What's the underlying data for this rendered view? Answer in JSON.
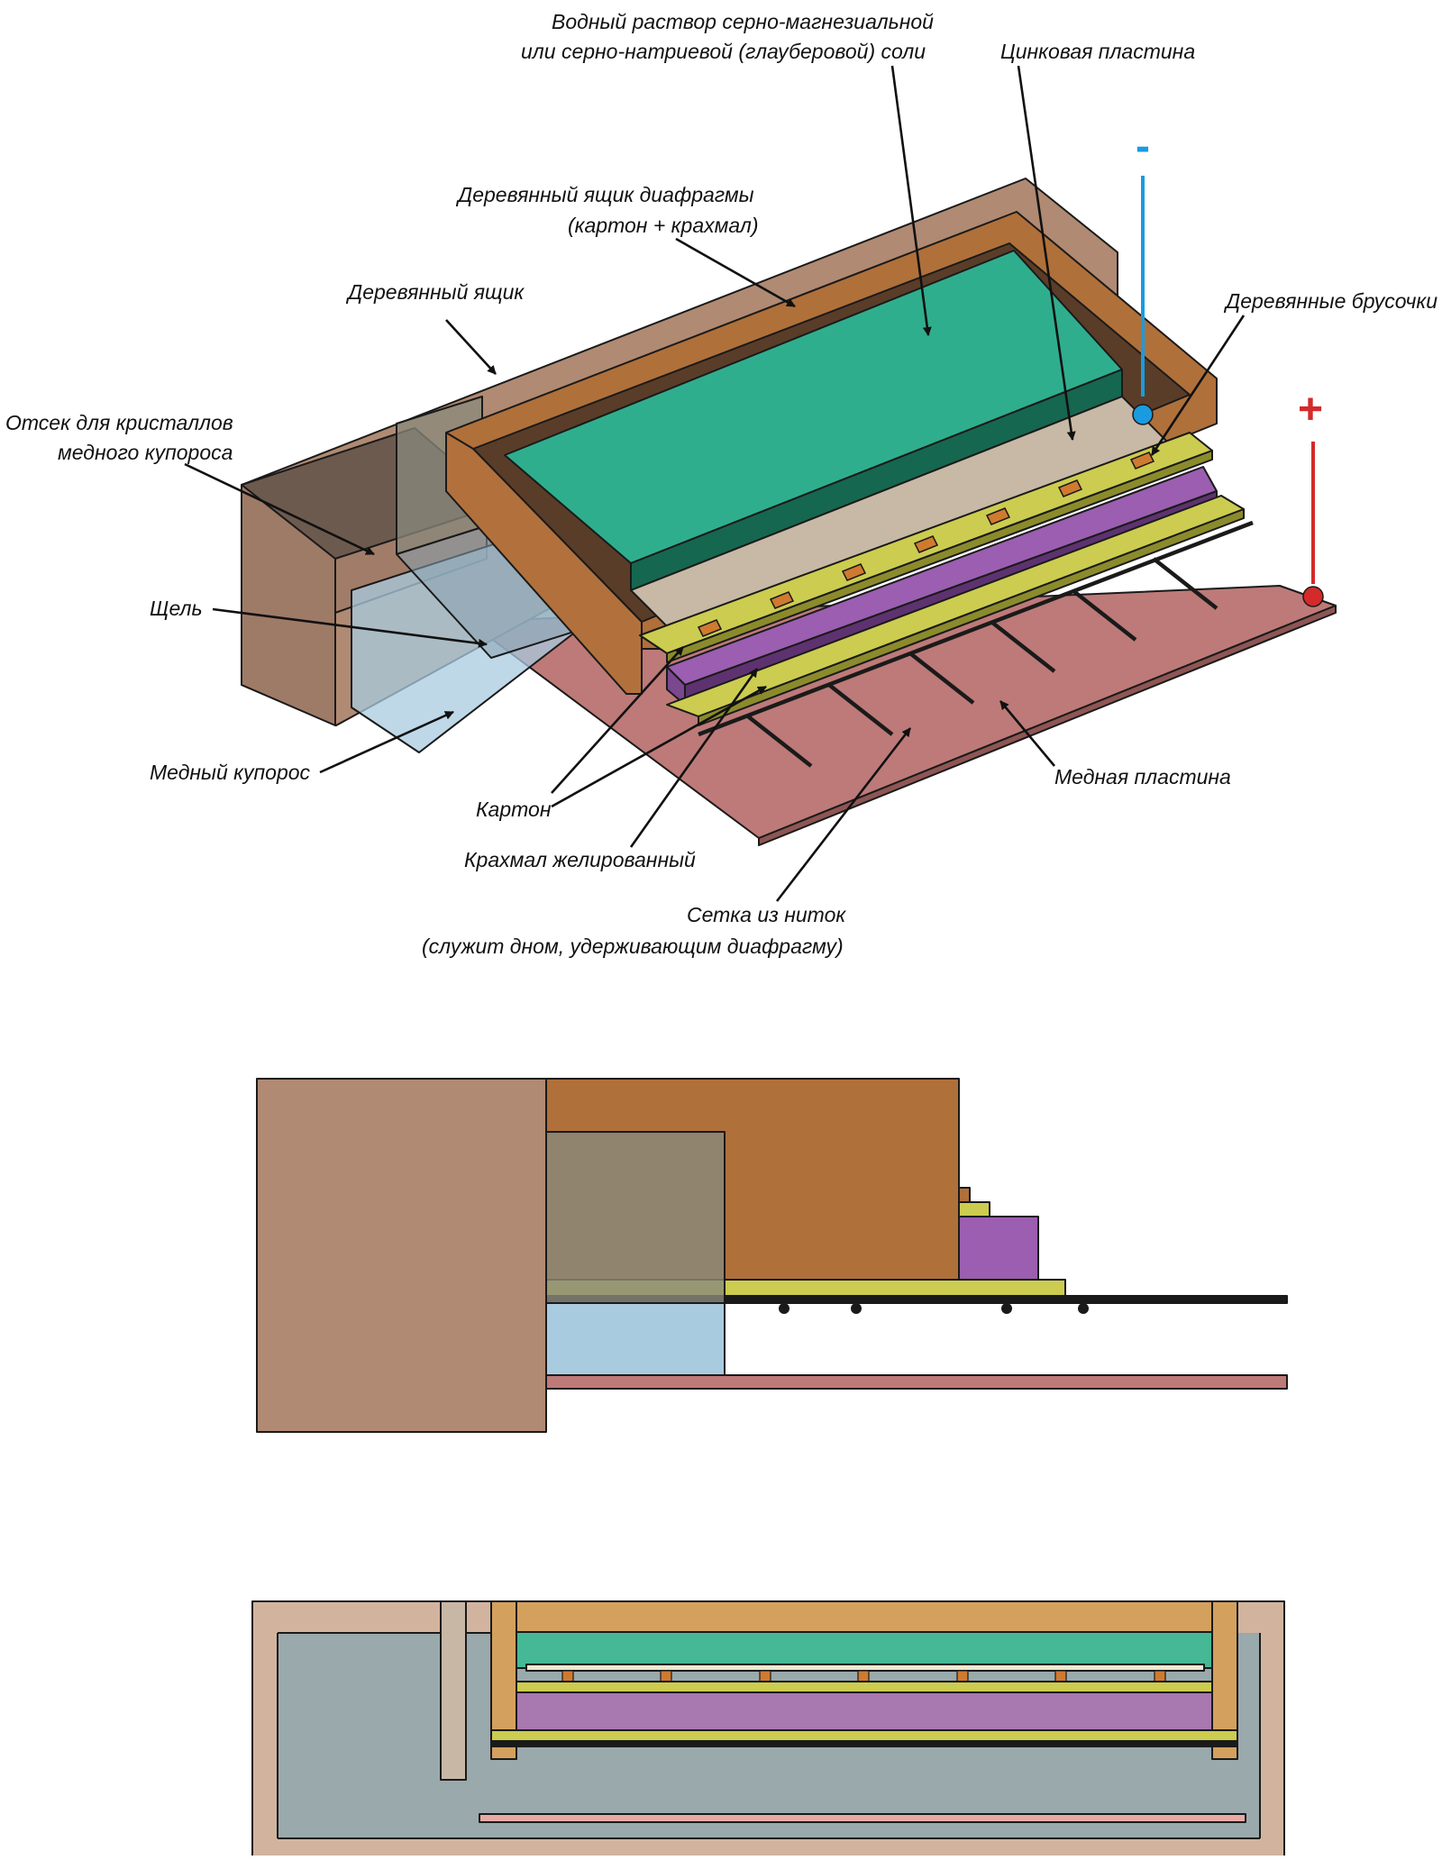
{
  "labels": {
    "solution_1": "Водный раствор серно-магнезиальной",
    "solution_2": "или  серно-натриевой (глауберовой) соли",
    "zinc_plate": "Цинковая пластина",
    "diaphragm_box_1": "Деревянный ящик диафрагмы",
    "diaphragm_box_2": "(картон + крахмал)",
    "wooden_box": "Деревянный ящик",
    "wooden_bars": "Деревянные брусочки",
    "crystal_compartment_1": "Отсек для кристаллов",
    "crystal_compartment_2": "медного купороса",
    "slit": "Щель",
    "copper_sulfate": "Медный купорос",
    "cardboard": "Картон",
    "gelled_starch": "Крахмал желированный",
    "copper_plate": "Медная пластина",
    "thread_grid_1": "Сетка из ниток",
    "thread_grid_2": "(служит дном, удерживающим диафрагму)"
  },
  "terminals": {
    "negative": "-",
    "positive": "+"
  },
  "colors": {
    "wood_outer": "#b08a72",
    "wood_inner": "#b0703a",
    "solution": "#2fae8e",
    "zinc": "#c7b9a5",
    "cardboard": "#cccc50",
    "starch": "#9b5eb0",
    "copper": "#bd7a78",
    "copper_sulfate": "#a9cbe0",
    "negative": "#1a9be0",
    "positive": "#d42a2a"
  }
}
